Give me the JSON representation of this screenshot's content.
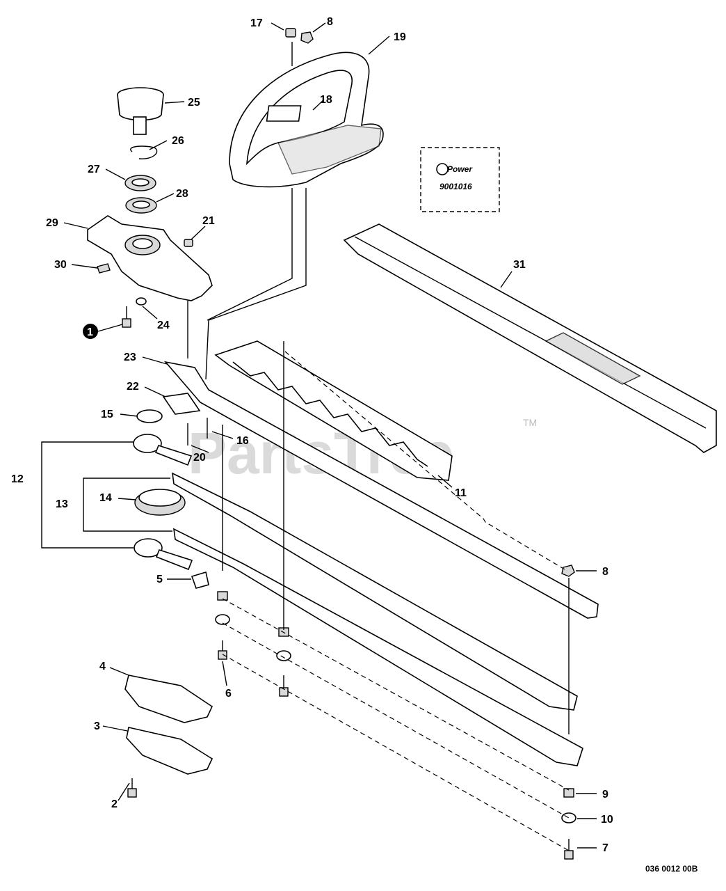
{
  "diagram": {
    "drawing_number": "036 0012 00B",
    "watermark": "PartsTree",
    "watermark_tm": "TM",
    "inset": {
      "brand": "Power",
      "part_number": "9001016"
    },
    "callouts": [
      {
        "id": "c17",
        "text": "17"
      },
      {
        "id": "c8a",
        "text": "8"
      },
      {
        "id": "c19",
        "text": "19"
      },
      {
        "id": "c18",
        "text": "18"
      },
      {
        "id": "c25",
        "text": "25"
      },
      {
        "id": "c26",
        "text": "26"
      },
      {
        "id": "c27",
        "text": "27"
      },
      {
        "id": "c28",
        "text": "28"
      },
      {
        "id": "c29",
        "text": "29"
      },
      {
        "id": "c21",
        "text": "21"
      },
      {
        "id": "c30",
        "text": "30"
      },
      {
        "id": "c24",
        "text": "24"
      },
      {
        "id": "c1",
        "text": "1"
      },
      {
        "id": "c31",
        "text": "31"
      },
      {
        "id": "c23",
        "text": "23"
      },
      {
        "id": "c22",
        "text": "22"
      },
      {
        "id": "c15",
        "text": "15"
      },
      {
        "id": "c16",
        "text": "16"
      },
      {
        "id": "c20",
        "text": "20"
      },
      {
        "id": "c12",
        "text": "12"
      },
      {
        "id": "c11",
        "text": "11"
      },
      {
        "id": "c13",
        "text": "13"
      },
      {
        "id": "c14",
        "text": "14"
      },
      {
        "id": "c5",
        "text": "5"
      },
      {
        "id": "c8b",
        "text": "8"
      },
      {
        "id": "c6",
        "text": "6"
      },
      {
        "id": "c4",
        "text": "4"
      },
      {
        "id": "c3",
        "text": "3"
      },
      {
        "id": "c2",
        "text": "2"
      },
      {
        "id": "c9",
        "text": "9"
      },
      {
        "id": "c10",
        "text": "10"
      },
      {
        "id": "c7",
        "text": "7"
      }
    ]
  }
}
